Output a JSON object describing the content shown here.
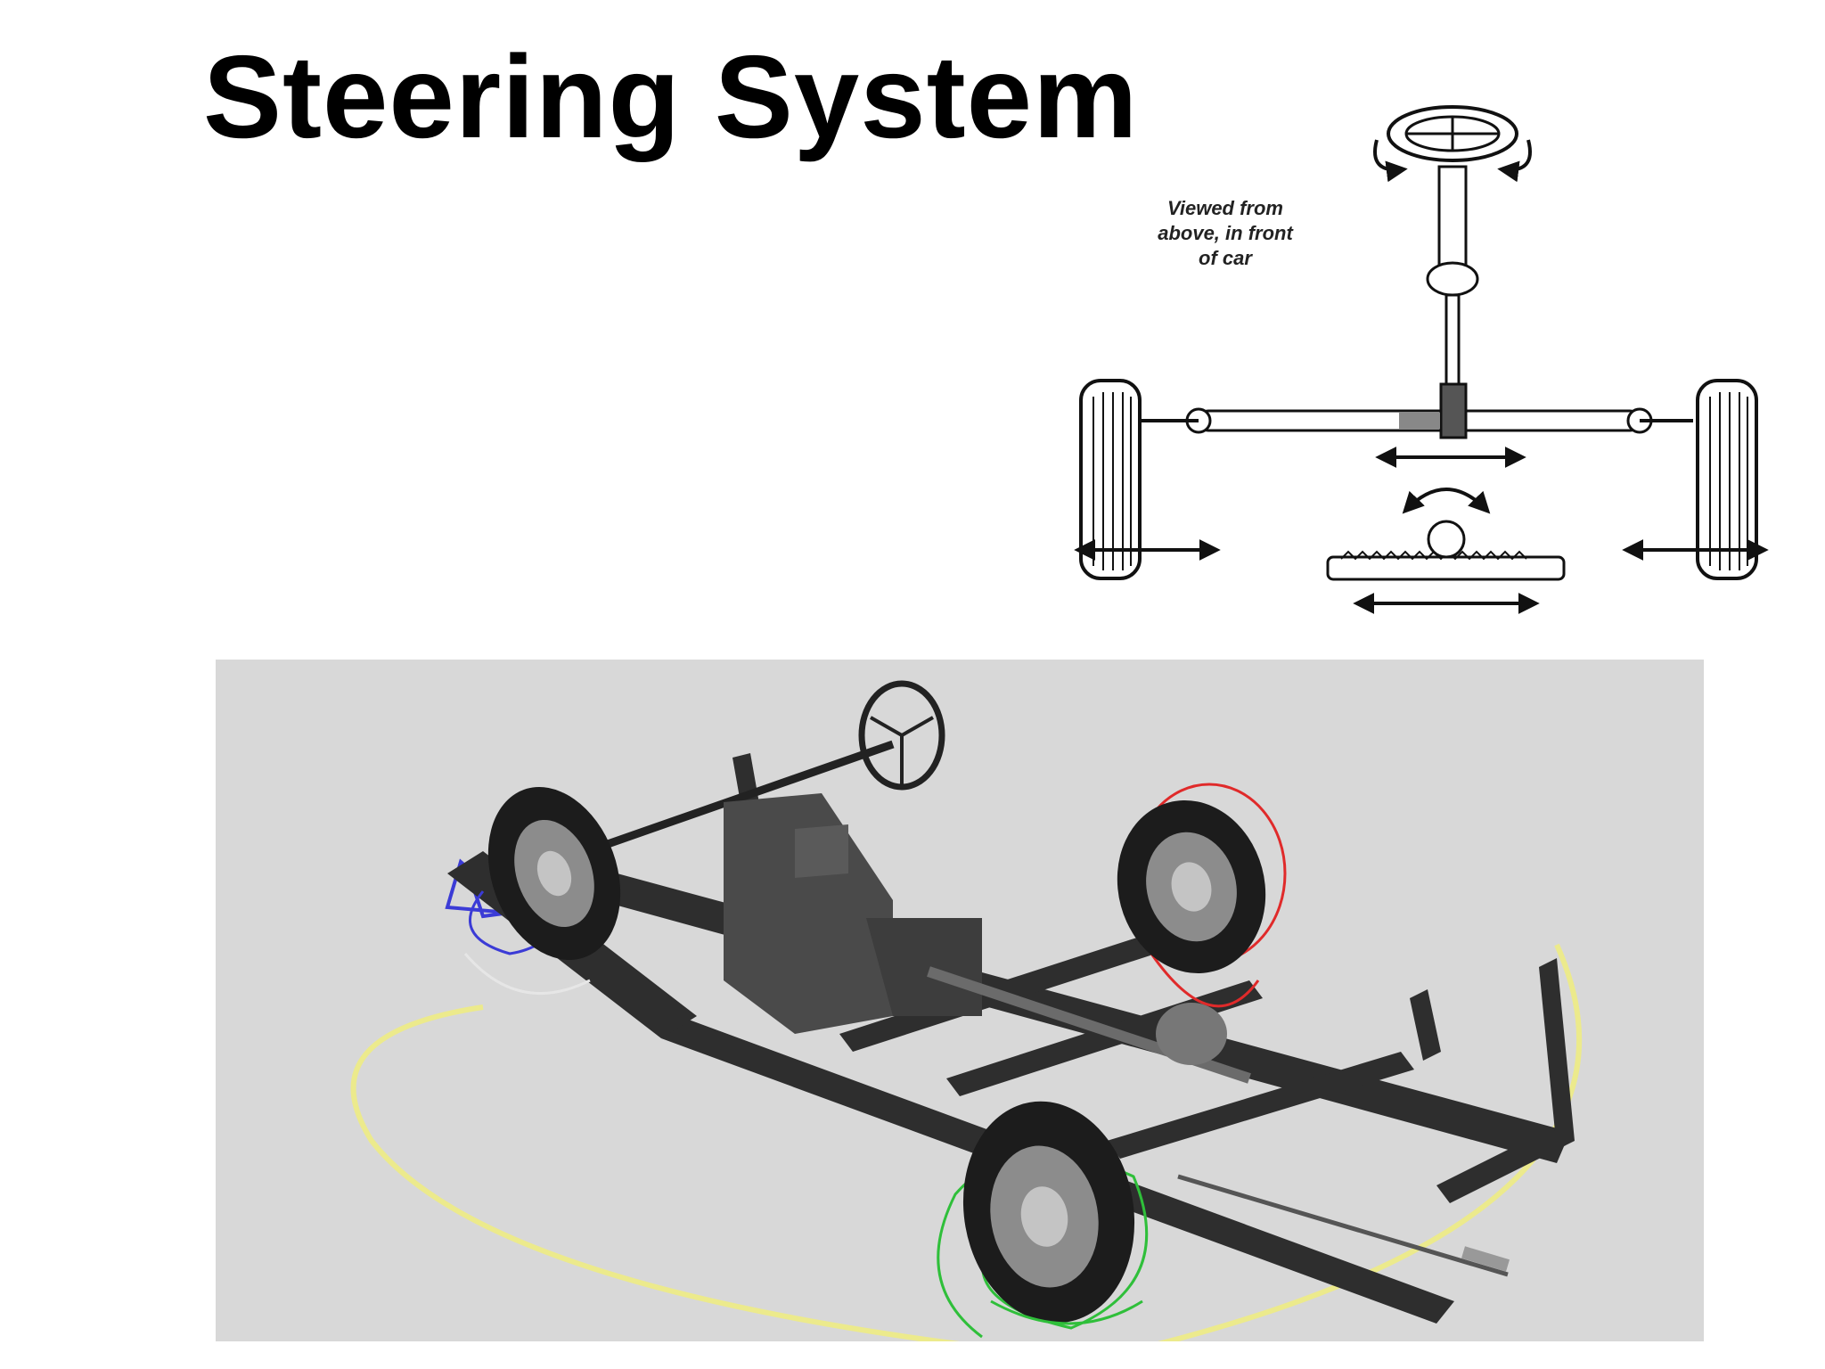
{
  "slide": {
    "title": "Steering System"
  },
  "diagram": {
    "caption_lines": [
      "Viewed from",
      "above, in front",
      "of car"
    ]
  },
  "render": {
    "colors": {
      "background": "#d8d8d8",
      "frame": "#2e2e2e",
      "front_left_trail": "#3b3bd6",
      "rear_right_trail": "#e02a2a",
      "front_right_trail": "#2fbf3a",
      "path": "#ecea8c"
    }
  }
}
